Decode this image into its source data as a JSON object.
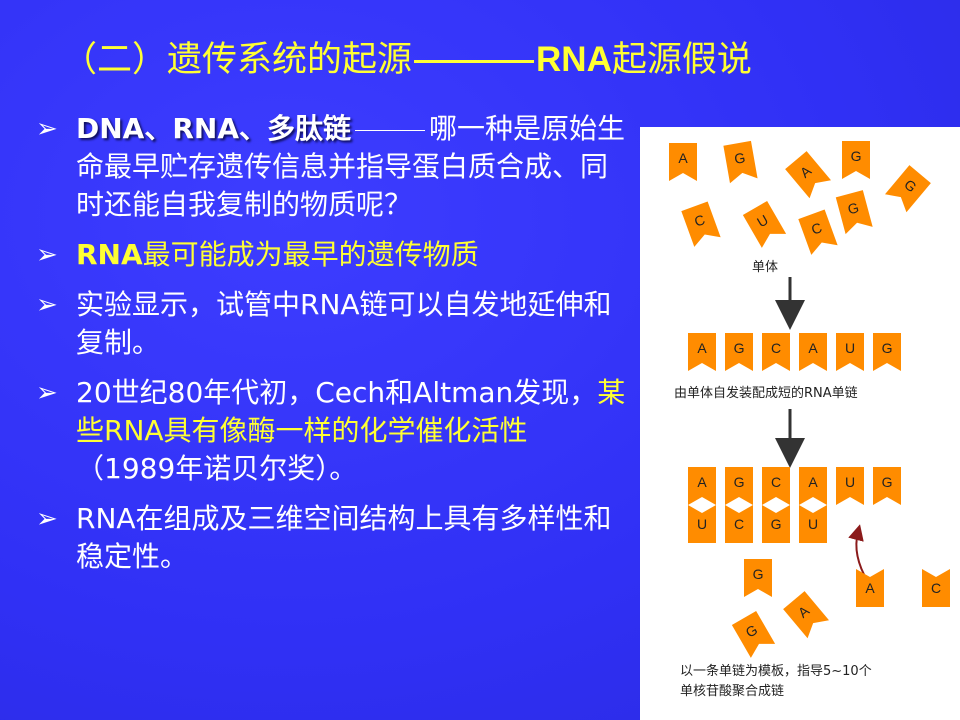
{
  "title": {
    "part1": "（二）遗传系统的起源",
    "part2": "RNA",
    "part3": "起源假说"
  },
  "bullets": {
    "b1": {
      "highlight": "DNA、RNA、多肽链",
      "text": "哪一种是原始生命最早贮存遗传信息并指导蛋白质合成、同时还能自我复制的物质呢？"
    },
    "b2": {
      "bold": "RNA",
      "text": "最可能成为最早的遗传物质"
    },
    "b3": {
      "text": "实验显示，试管中RNA链可以自发地延伸和复制。"
    },
    "b4": {
      "pre": "20世纪80年代初，Cech和Altman发现，",
      "yellow": "某些RNA具有像酶一样的化学催化活性",
      "post": "（1989年诺贝尔奖）。"
    },
    "b5": {
      "text": "RNA在组成及三维空间结构上具有多样性和稳定性。"
    }
  },
  "figure": {
    "label_monomer": "单体",
    "label_chain": "由单体自发装配成短的RNA单链",
    "label_template_1": "以一条单链为模板，指导5~10个",
    "label_template_2": "单核苷酸聚合成链",
    "free_monomers": [
      "A",
      "G",
      "G",
      "G",
      "A",
      "C",
      "U",
      "C",
      "G"
    ],
    "chain": [
      "A",
      "G",
      "C",
      "A",
      "U",
      "G"
    ],
    "paired_top": [
      "A",
      "G",
      "C",
      "A",
      "U",
      "G"
    ],
    "paired_bottom": [
      "U",
      "C",
      "G",
      "U"
    ],
    "loose_monomers": [
      "G",
      "A",
      "C",
      "A",
      "G"
    ]
  },
  "colors": {
    "background": "#3333ff",
    "title": "#ffff33",
    "nucleotide": "#ff8c00",
    "arrow": "#333333",
    "curved_arrow": "#8b1a1a"
  }
}
